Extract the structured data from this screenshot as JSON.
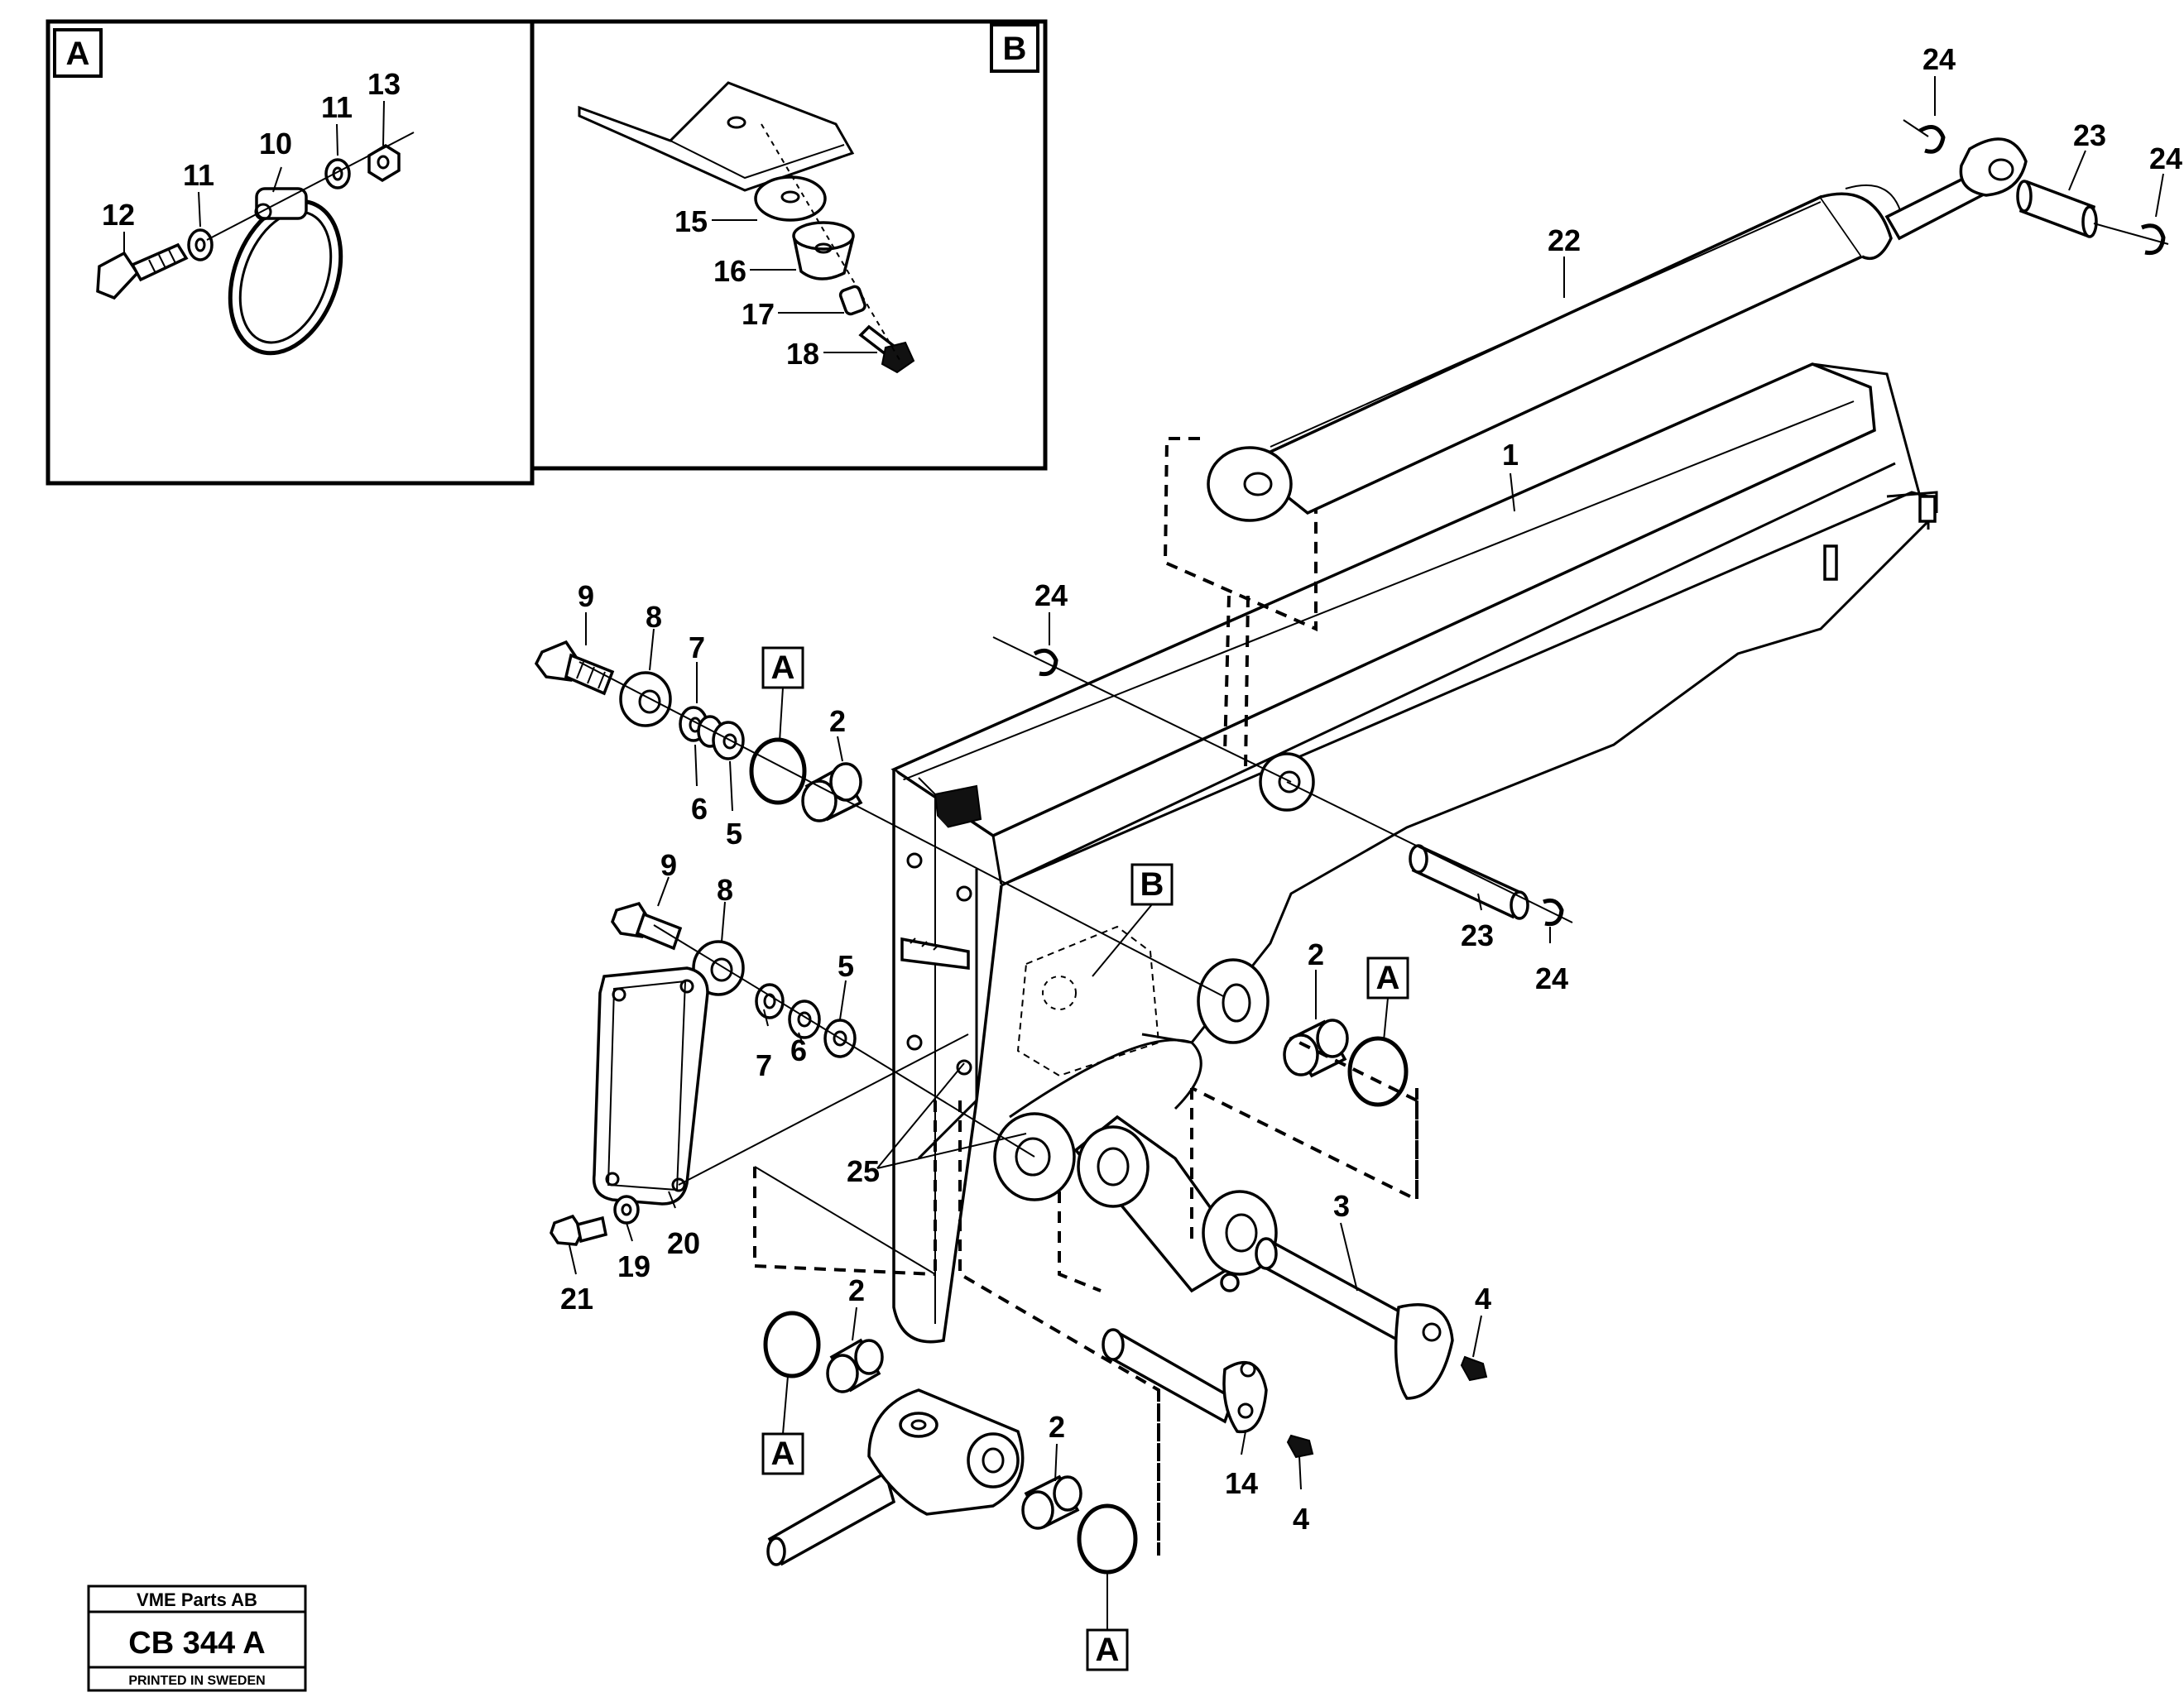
{
  "inset_a": {
    "letter": "A",
    "callouts": [
      "10",
      "11",
      "11",
      "12",
      "13"
    ]
  },
  "inset_b": {
    "letter": "B",
    "callouts": [
      "15",
      "16",
      "17",
      "18"
    ]
  },
  "callouts": {
    "c1": "1",
    "c22": "22",
    "c23a": "23",
    "c23b": "23",
    "c24a": "24",
    "c24b": "24",
    "c24c": "24",
    "c24d": "24",
    "c9a": "9",
    "c8a": "8",
    "c7a": "7",
    "c6a": "6",
    "c5a": "5",
    "c2a": "2",
    "c9b": "9",
    "c8b": "8",
    "c7b": "7",
    "c6b": "6",
    "c5b": "5",
    "c2b": "2",
    "c2c": "2",
    "c2d": "2",
    "c25": "25",
    "c20": "20",
    "c19": "19",
    "c21": "21",
    "c3": "3",
    "c4a": "4",
    "c4b": "4",
    "c14": "14"
  },
  "ref_boxes": {
    "ref_a1": "A",
    "ref_a2": "A",
    "ref_a3": "A",
    "ref_a4": "A",
    "ref_b": "B"
  },
  "title_block": {
    "company": "VME Parts AB",
    "code": "CB 344 A",
    "printed": "PRINTED IN SWEDEN"
  }
}
